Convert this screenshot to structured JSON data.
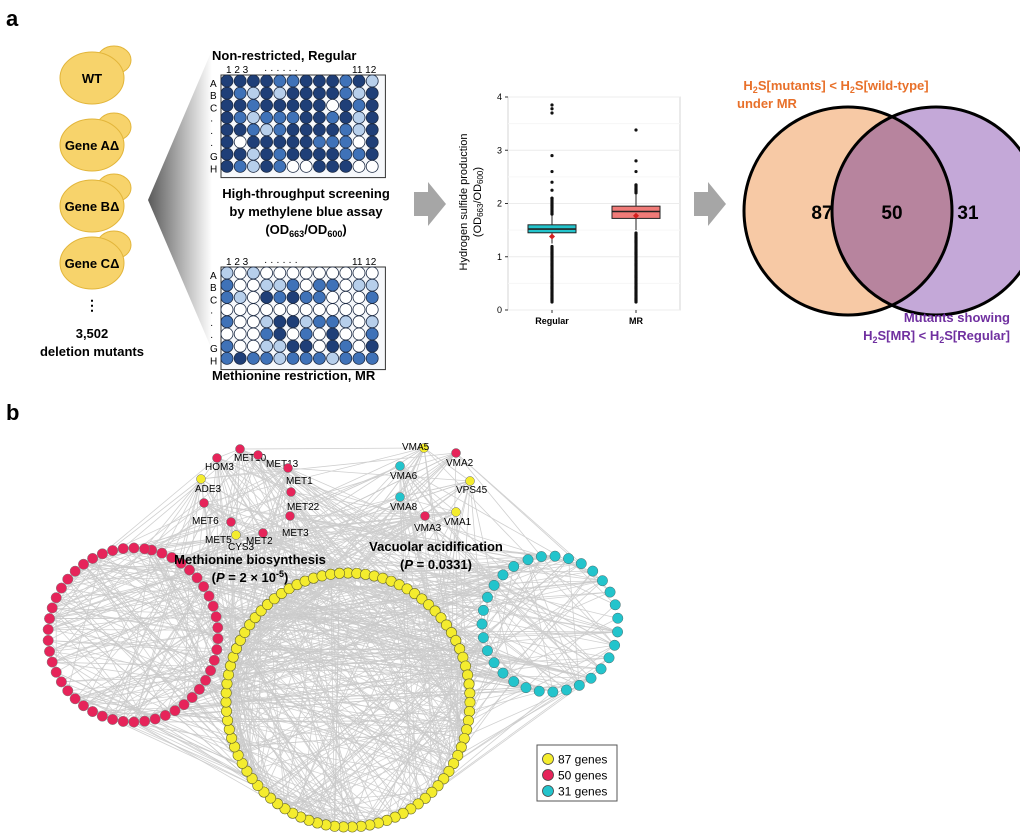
{
  "panel_a": {
    "letter": "a",
    "cells": [
      "WT",
      "Gene AΔ",
      "Gene BΔ",
      "Gene CΔ"
    ],
    "cell_dots": "⋮",
    "mutant_count": "3,502",
    "mutant_label": "deletion mutants",
    "plate_top_title": "Non-restricted, Regular",
    "plate_bottom_title": "Methionine restriction, MR",
    "plate_cols_left": "1 2 3",
    "plate_cols_dots": "· · · · · ·",
    "plate_cols_right": "11 12",
    "plate_rows": [
      "A",
      "B",
      "C",
      "·",
      "·",
      "·",
      "G",
      "H"
    ],
    "screen_line1": "High-throughput screening",
    "screen_line2": "by methylene blue assay",
    "screen_line3_prefix": "(OD",
    "screen_line3_sub1": "663",
    "screen_line3_mid": "/OD",
    "screen_line3_sub2": "600",
    "screen_line3_suffix": ")",
    "colors": {
      "cell_fill": "#f7d36b",
      "cell_stroke": "#e2b53a",
      "well_dark": "#1f3f78",
      "well_mid": "#3f72b8",
      "well_light": "#b7cfeb",
      "well_empty": "#ffffff",
      "arrow": "#a6a6a6"
    }
  },
  "boxplot": {
    "ylabel_line1": "Hydrogen sulfide production",
    "ylabel_line2_prefix": "(OD",
    "ylabel_sub1": "663",
    "ylabel_mid": "/OD",
    "ylabel_sub2": "600",
    "ylabel_suffix": ")"
  },
  "chart_data": {
    "type": "box",
    "categories": [
      "Regular",
      "MR"
    ],
    "yticks": [
      0,
      1,
      2,
      3,
      4
    ],
    "ylim": [
      0,
      4
    ],
    "grid": true,
    "series": [
      {
        "category": "Regular",
        "q1": 1.45,
        "median": 1.52,
        "q3": 1.6,
        "whisker_low": 1.25,
        "whisker_high": 1.8,
        "mean": 1.38,
        "color": "#23c4cc",
        "outliers_high": [
          2.1,
          2.25,
          2.4,
          2.6,
          2.9,
          3.7,
          3.78,
          3.85
        ],
        "outliers_low_range": [
          0.15,
          1.2
        ]
      },
      {
        "category": "MR",
        "q1": 1.72,
        "median": 1.85,
        "q3": 1.95,
        "whisker_low": 1.5,
        "whisker_high": 2.2,
        "mean": 1.77,
        "color": "#f07b78",
        "outliers_high": [
          2.35,
          2.6,
          2.8,
          3.38
        ],
        "outliers_low_range": [
          0.15,
          1.45
        ]
      }
    ]
  },
  "venn": {
    "left_title_line1_parts": [
      "H",
      "2",
      "S[mutants] < H",
      "2",
      "S[wild-type]"
    ],
    "left_title_line2": "under MR",
    "right_title_line1": "Mutants showing",
    "right_title_line2_parts": [
      "H",
      "2",
      "S[MR] < H",
      "2",
      "S[Regular]"
    ],
    "left_only": "87",
    "overlap": "50",
    "right_only": "31",
    "colors": {
      "left_fill": "#f7c9a5",
      "right_fill": "#c4a8d8",
      "overlap_fill": "#b7849e",
      "left_title": "#e8702a",
      "right_title": "#7030a0"
    }
  },
  "panel_b": {
    "letter": "b",
    "met_genes": [
      {
        "name": "MET10",
        "color": "#e6245a"
      },
      {
        "name": "HOM3",
        "color": "#e6245a"
      },
      {
        "name": "MET13",
        "color": "#e6245a"
      },
      {
        "name": "MET1",
        "color": "#e6245a"
      },
      {
        "name": "ADE3",
        "color": "#f4ec2e"
      },
      {
        "name": "MET22",
        "color": "#e6245a"
      },
      {
        "name": "MET6",
        "color": "#e6245a"
      },
      {
        "name": "MET3",
        "color": "#e6245a"
      },
      {
        "name": "MET5",
        "color": "#e6245a"
      },
      {
        "name": "MET2",
        "color": "#e6245a"
      },
      {
        "name": "CYS3",
        "color": "#f4ec2e"
      }
    ],
    "vma_genes": [
      {
        "name": "VMA5",
        "color": "#f4ec2e"
      },
      {
        "name": "VMA2",
        "color": "#e6245a"
      },
      {
        "name": "VMA6",
        "color": "#23c4cc"
      },
      {
        "name": "VPS45",
        "color": "#f4ec2e"
      },
      {
        "name": "VMA8",
        "color": "#23c4cc"
      },
      {
        "name": "VMA1",
        "color": "#f4ec2e"
      },
      {
        "name": "VMA3",
        "color": "#e6245a"
      }
    ],
    "met_title": "Methionine biosynthesis",
    "met_p_prefix": "(",
    "met_p_italic": "P",
    "met_p_value": " = 2 × 10",
    "met_p_exp": "-5",
    "met_p_suffix": ")",
    "vma_title": "Vacuolar acidification",
    "vma_p_prefix": "(",
    "vma_p_italic": "P",
    "vma_p_value": " = 0.0331)",
    "legend": [
      {
        "label": "87 genes",
        "color": "#f4ec2e"
      },
      {
        "label": "50 genes",
        "color": "#e6245a"
      },
      {
        "label": "31 genes",
        "color": "#23c4cc"
      }
    ]
  }
}
